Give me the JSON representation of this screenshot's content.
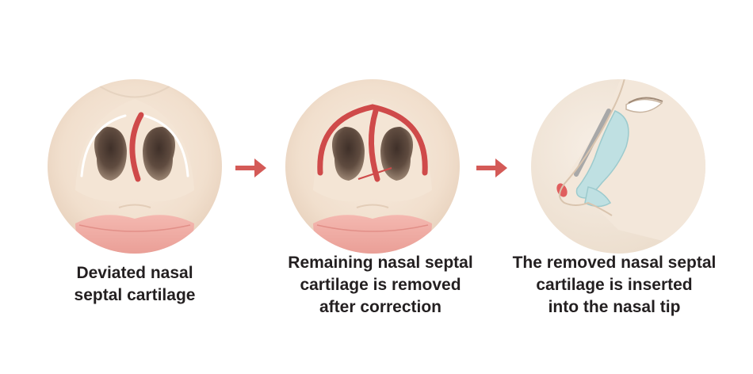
{
  "steps": [
    {
      "caption": "Deviated nasal\nseptal cartilage"
    },
    {
      "caption": "Remaining nasal septal\ncartilage is removed\nafter correction"
    },
    {
      "caption": "The removed nasal septal\ncartilage is inserted\ninto the nasal tip"
    }
  ],
  "colors": {
    "cartilage": "#cf4a4a",
    "arrow": "#d45a57",
    "skin": "#f2e2d2",
    "nostril": "#5e4a3e",
    "lips": "#f0aba3",
    "graft": "#bfe0e2"
  }
}
